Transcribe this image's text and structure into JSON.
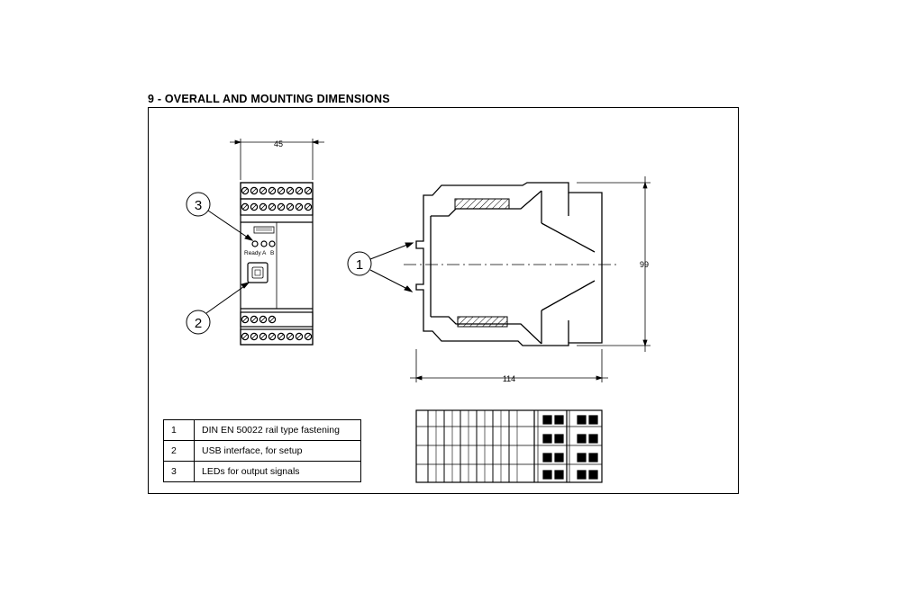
{
  "title": "9 - OVERALL AND MOUNTING DIMENSIONS",
  "dimensions": {
    "width": "45",
    "height": "99",
    "depth": "114"
  },
  "front_labels": {
    "ready": "Ready",
    "a": "A",
    "b": "B"
  },
  "callouts": [
    "1",
    "2",
    "3"
  ],
  "legend": [
    {
      "num": "1",
      "desc": "DIN EN 50022 rail type fastening"
    },
    {
      "num": "2",
      "desc": "USB interface, for setup"
    },
    {
      "num": "3",
      "desc": "LEDs for output signals"
    }
  ]
}
